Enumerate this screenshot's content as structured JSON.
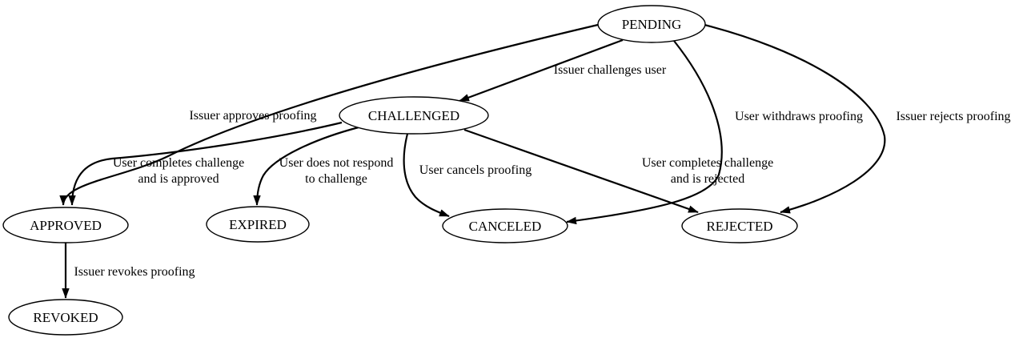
{
  "diagram": {
    "type": "state-transition-diagram",
    "background_color": "#ffffff",
    "stroke_color": "#000000",
    "text_color": "#000000",
    "node_fill_color": "#ffffff",
    "nodes": [
      {
        "id": "pending",
        "label": "PENDING"
      },
      {
        "id": "challenged",
        "label": "CHALLENGED"
      },
      {
        "id": "approved",
        "label": "APPROVED"
      },
      {
        "id": "expired",
        "label": "EXPIRED"
      },
      {
        "id": "canceled",
        "label": "CANCELED"
      },
      {
        "id": "rejected",
        "label": "REJECTED"
      },
      {
        "id": "revoked",
        "label": "REVOKED"
      }
    ],
    "edges": [
      {
        "from": "pending",
        "to": "challenged",
        "label_lines": [
          "Issuer challenges user"
        ]
      },
      {
        "from": "pending",
        "to": "approved",
        "label_lines": [
          "Issuer approves proofing"
        ]
      },
      {
        "from": "pending",
        "to": "canceled",
        "label_lines": [
          "User withdraws proofing"
        ]
      },
      {
        "from": "pending",
        "to": "rejected",
        "label_lines": [
          "Issuer rejects proofing"
        ]
      },
      {
        "from": "challenged",
        "to": "approved",
        "label_lines": [
          "User completes challenge",
          "and is approved"
        ]
      },
      {
        "from": "challenged",
        "to": "expired",
        "label_lines": [
          "User does not respond",
          "to challenge"
        ]
      },
      {
        "from": "challenged",
        "to": "canceled",
        "label_lines": [
          "User cancels proofing"
        ]
      },
      {
        "from": "challenged",
        "to": "rejected",
        "label_lines": [
          "User completes challenge",
          "and is rejected"
        ]
      },
      {
        "from": "approved",
        "to": "revoked",
        "label_lines": [
          "Issuer revokes proofing"
        ]
      }
    ]
  }
}
